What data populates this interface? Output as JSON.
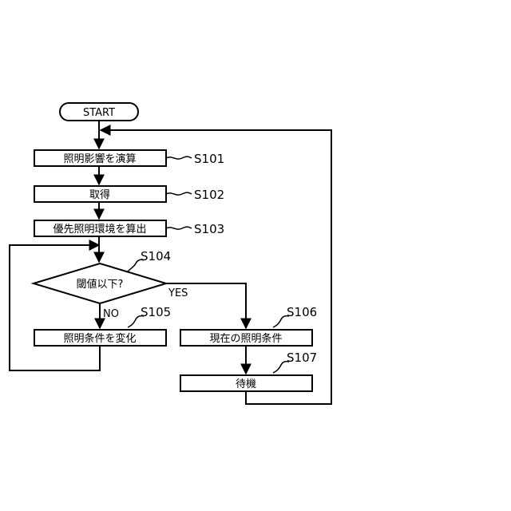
{
  "flowchart": {
    "start": "START",
    "s101": {
      "id": "S101",
      "text": "照明影響を演算"
    },
    "s102": {
      "id": "S102",
      "text": "取得"
    },
    "s103": {
      "id": "S103",
      "text": "優先照明環境を算出"
    },
    "s104": {
      "id": "S104",
      "text": "閾値以下?"
    },
    "s105": {
      "id": "S105",
      "text": "照明条件を変化"
    },
    "s106": {
      "id": "S106",
      "text": "現在の照明条件"
    },
    "s107": {
      "id": "S107",
      "text": "待機"
    },
    "yes_label": "YES",
    "no_label": "NO"
  }
}
